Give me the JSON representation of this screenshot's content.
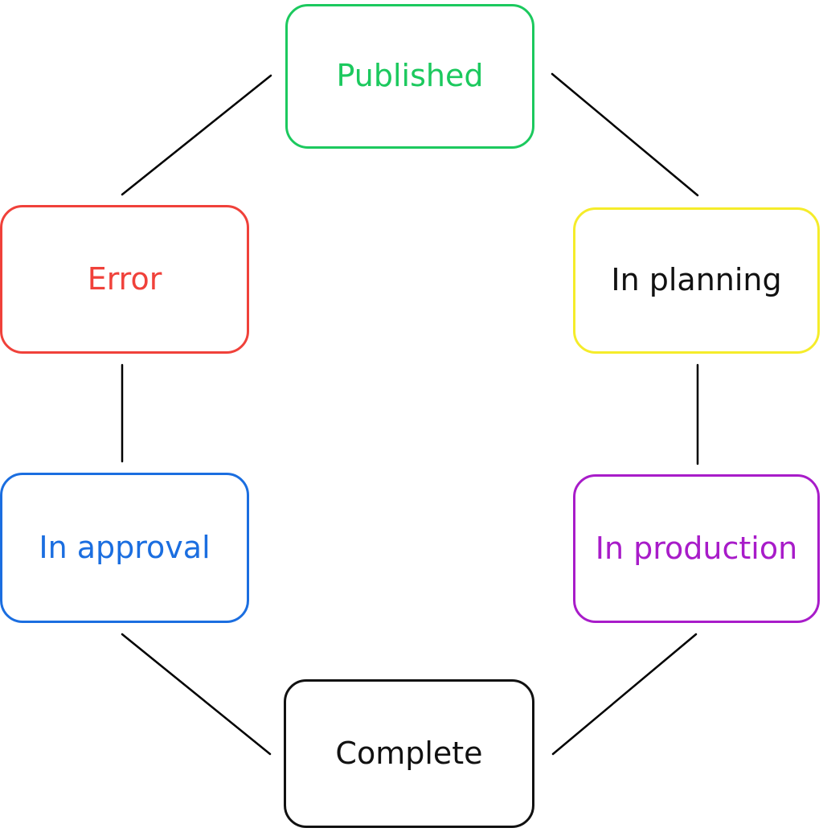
{
  "diagram": {
    "nodes": [
      {
        "id": "published",
        "label": "Published",
        "border_color": "#1cc95e",
        "text_color": "#1cc95e"
      },
      {
        "id": "in-planning",
        "label": "In planning",
        "border_color": "#f5ec2a",
        "text_color": "#111111"
      },
      {
        "id": "in-production",
        "label": "In production",
        "border_color": "#a81cc9",
        "text_color": "#a81cc9"
      },
      {
        "id": "complete",
        "label": "Complete",
        "border_color": "#111111",
        "text_color": "#111111"
      },
      {
        "id": "in-approval",
        "label": "In approval",
        "border_color": "#1b6ee0",
        "text_color": "#1b6ee0"
      },
      {
        "id": "error",
        "label": "Error",
        "border_color": "#f0413a",
        "text_color": "#f0413a"
      }
    ],
    "edges": [
      {
        "from": "error",
        "to": "published"
      },
      {
        "from": "published",
        "to": "in-planning"
      },
      {
        "from": "in-planning",
        "to": "in-production"
      },
      {
        "from": "in-production",
        "to": "complete"
      },
      {
        "from": "complete",
        "to": "in-approval"
      },
      {
        "from": "in-approval",
        "to": "error"
      }
    ],
    "edge_color": "#000000"
  }
}
